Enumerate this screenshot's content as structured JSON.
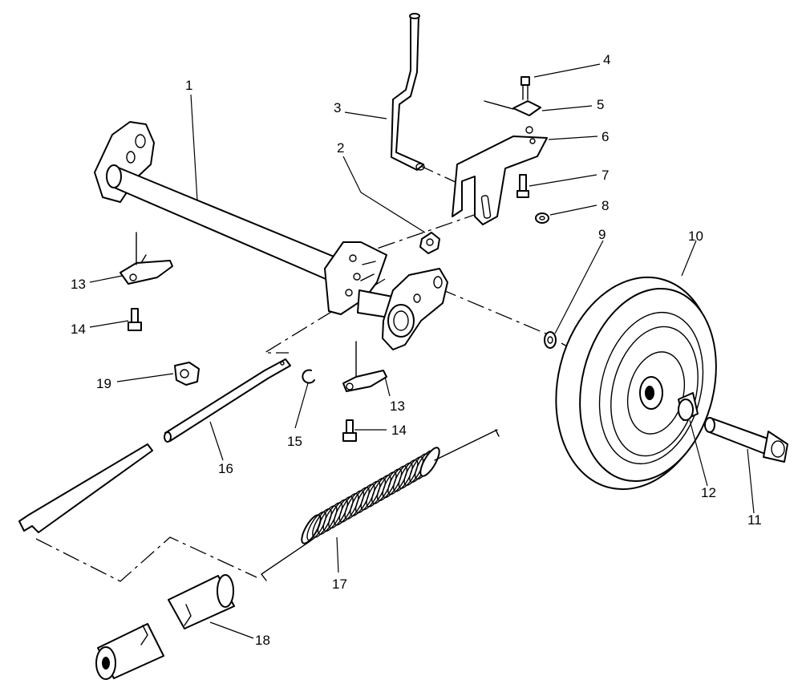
{
  "callouts": {
    "c1": "1",
    "c2": "2",
    "c3": "3",
    "c4": "4",
    "c5": "5",
    "c6": "6",
    "c7": "7",
    "c8": "8",
    "c9": "9",
    "c10": "10",
    "c11": "11",
    "c12": "12",
    "c13a": "13",
    "c13b": "13",
    "c14a": "14",
    "c14b": "14",
    "c15": "15",
    "c16": "16",
    "c17": "17",
    "c18": "18",
    "c19": "19"
  }
}
